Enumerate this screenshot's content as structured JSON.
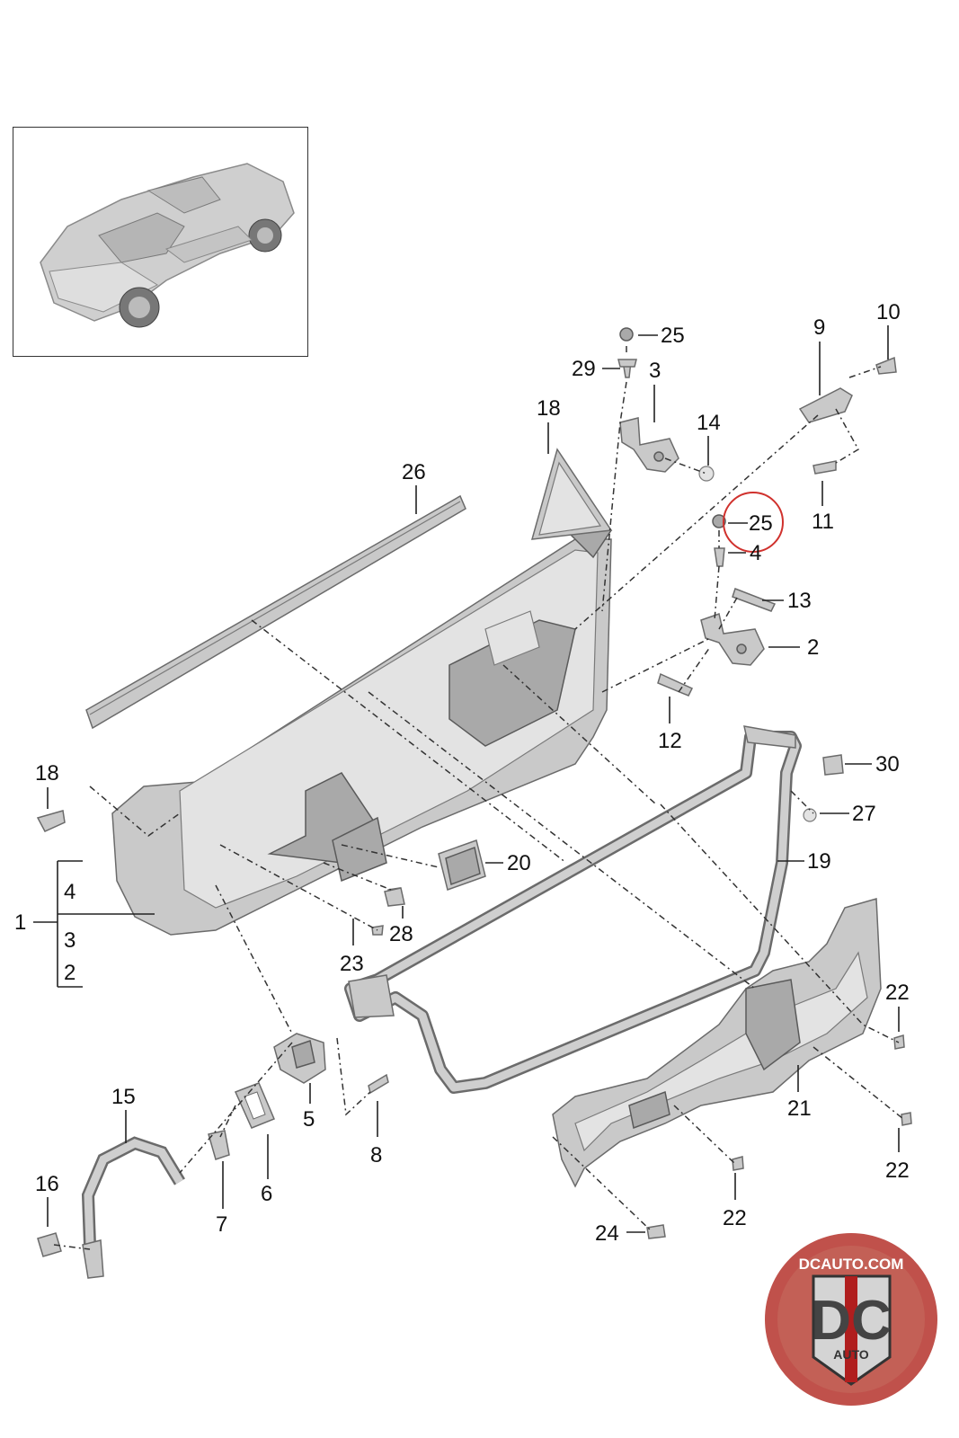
{
  "diagram": {
    "type": "exploded parts diagram",
    "subject": "door"
  },
  "callouts": [
    {
      "id": "c1",
      "text": "1"
    },
    {
      "id": "c1-4",
      "text": "4"
    },
    {
      "id": "c1-3",
      "text": "3"
    },
    {
      "id": "c1-2",
      "text": "2"
    },
    {
      "id": "c2",
      "text": "2"
    },
    {
      "id": "c3",
      "text": "3"
    },
    {
      "id": "c4",
      "text": "4"
    },
    {
      "id": "c5",
      "text": "5"
    },
    {
      "id": "c6",
      "text": "6"
    },
    {
      "id": "c7",
      "text": "7"
    },
    {
      "id": "c8",
      "text": "8"
    },
    {
      "id": "c9",
      "text": "9"
    },
    {
      "id": "c10",
      "text": "10"
    },
    {
      "id": "c11",
      "text": "11"
    },
    {
      "id": "c12",
      "text": "12"
    },
    {
      "id": "c13",
      "text": "13"
    },
    {
      "id": "c14",
      "text": "14"
    },
    {
      "id": "c15",
      "text": "15"
    },
    {
      "id": "c16",
      "text": "16"
    },
    {
      "id": "c18a",
      "text": "18"
    },
    {
      "id": "c18b",
      "text": "18"
    },
    {
      "id": "c19",
      "text": "19"
    },
    {
      "id": "c20",
      "text": "20"
    },
    {
      "id": "c21",
      "text": "21"
    },
    {
      "id": "c22a",
      "text": "22"
    },
    {
      "id": "c22b",
      "text": "22"
    },
    {
      "id": "c22c",
      "text": "22"
    },
    {
      "id": "c23",
      "text": "23"
    },
    {
      "id": "c24",
      "text": "24"
    },
    {
      "id": "c25a",
      "text": "25"
    },
    {
      "id": "c25b",
      "text": "25"
    },
    {
      "id": "c26",
      "text": "26"
    },
    {
      "id": "c27",
      "text": "27"
    },
    {
      "id": "c28",
      "text": "28"
    },
    {
      "id": "c29",
      "text": "29"
    },
    {
      "id": "c30",
      "text": "30"
    }
  ],
  "highlight": {
    "callout": "25",
    "color": "#d0312d"
  },
  "watermark": {
    "site": "DCAUTO.COM",
    "initials": "DC",
    "word": "AUTO",
    "colors": {
      "ring": "#b5322c",
      "inner": "#c8c8c8",
      "stripe": "#b01e1e"
    }
  }
}
